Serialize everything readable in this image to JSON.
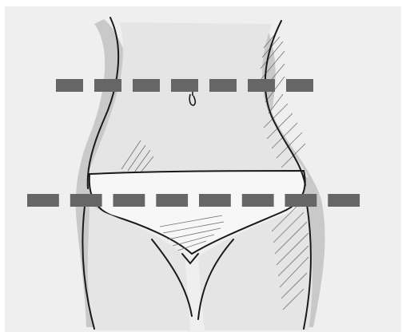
{
  "illustration": {
    "subject": "hip-and-waist-measurement-illustration",
    "colors": {
      "background": "#ffffff",
      "paper": "#efefef",
      "shadow": "#c9c9c9",
      "deep_shadow": "#a8a8a8",
      "skin": "#e5e5e5",
      "outline": "#1a1a1a",
      "briefs": "#f7f7f7",
      "hatch": "#6f6f6f",
      "measure_dash": "#666666"
    },
    "guides": [
      {
        "name": "waist-guide",
        "dash_count": 7
      },
      {
        "name": "hip-guide",
        "dash_count": 8
      }
    ]
  }
}
